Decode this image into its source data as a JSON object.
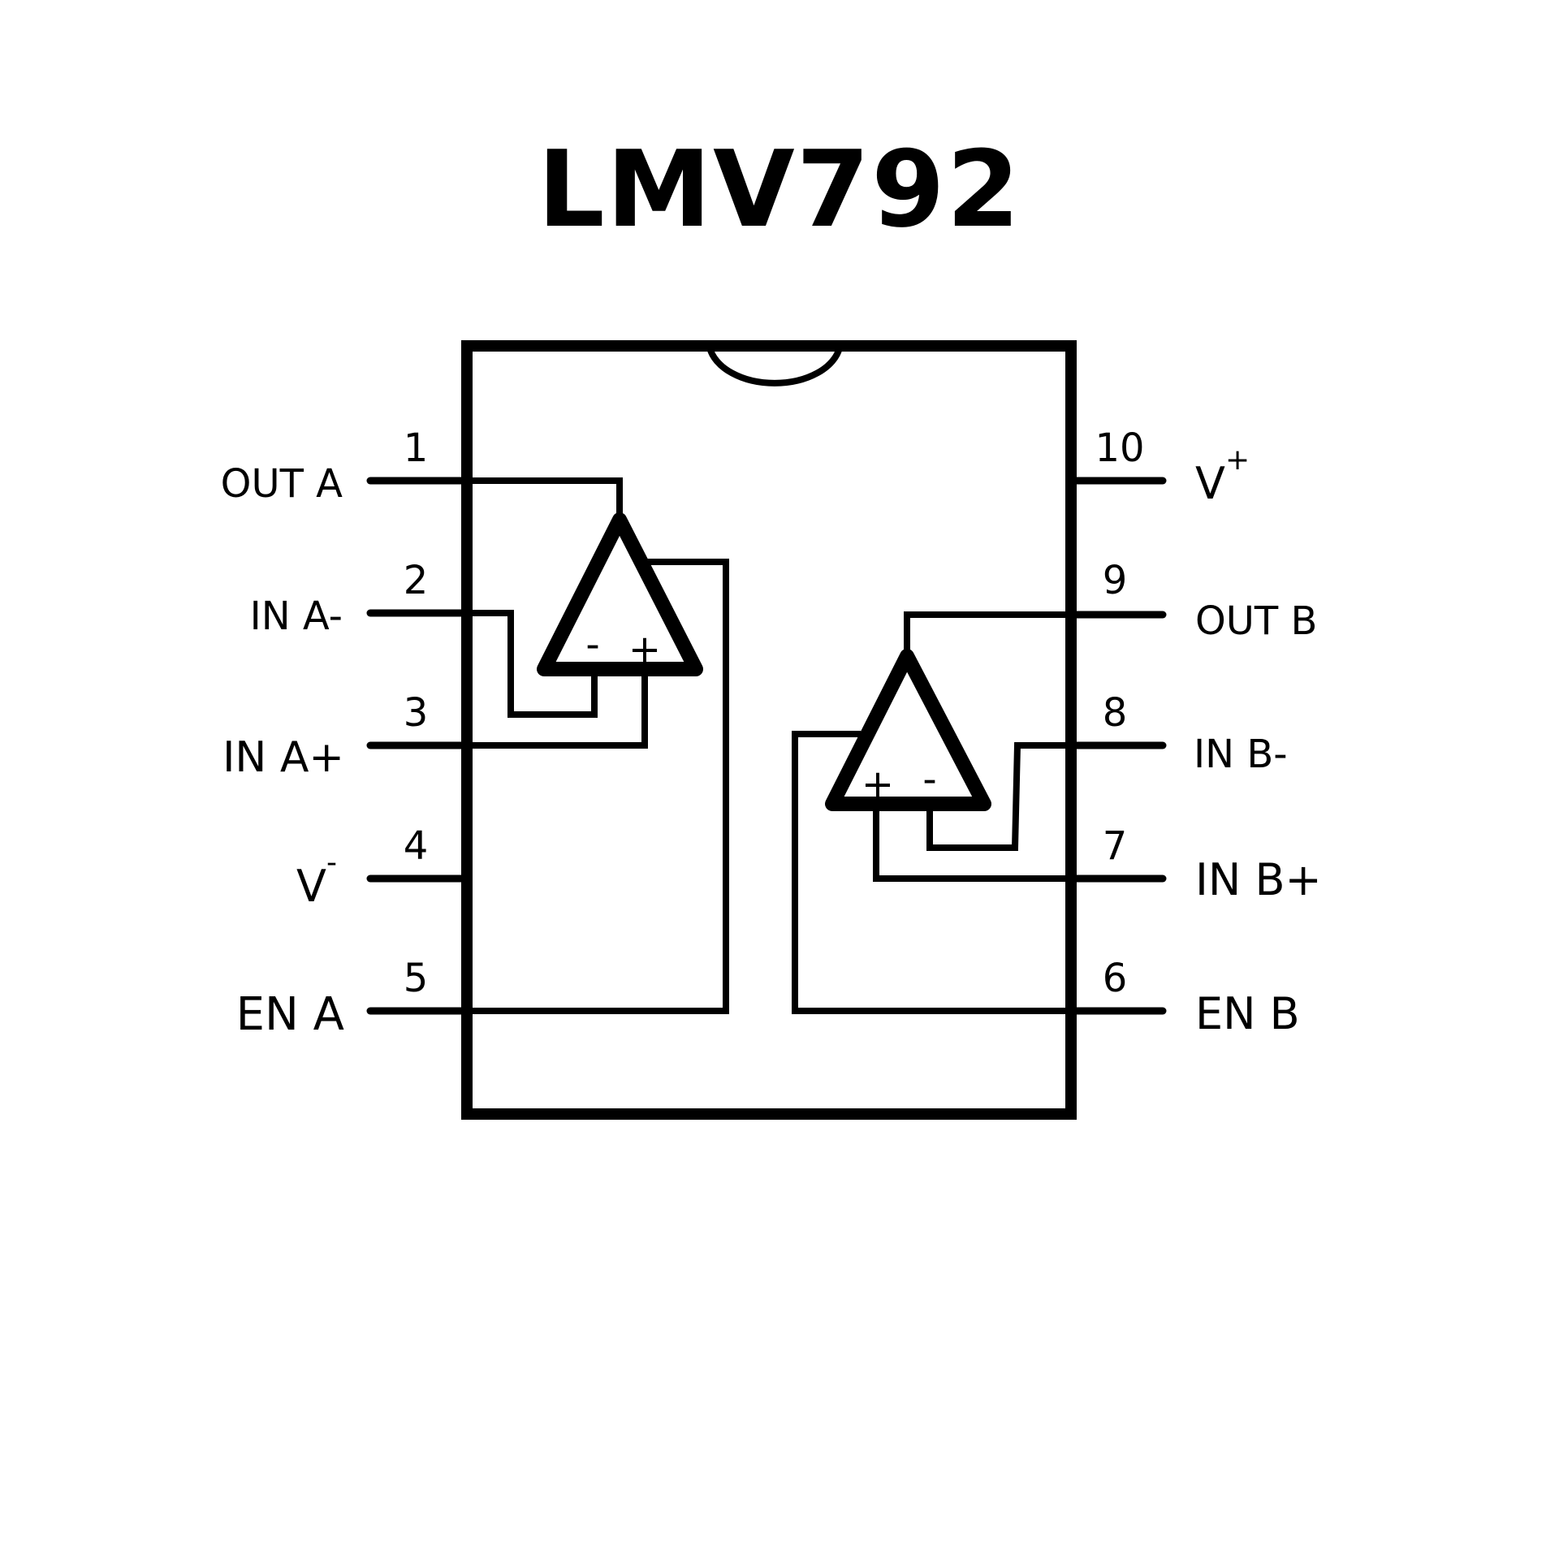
{
  "title": "LMV792",
  "colors": {
    "ink": "#000000",
    "background": "#ffffff"
  },
  "pins": {
    "left": [
      {
        "number": "1",
        "name": "OUT A"
      },
      {
        "number": "2",
        "name": "IN A-"
      },
      {
        "number": "3",
        "name": "IN A+"
      },
      {
        "number": "4",
        "name": "V",
        "superscript": "-"
      },
      {
        "number": "5",
        "name": "EN A"
      }
    ],
    "right": [
      {
        "number": "10",
        "name": "V",
        "superscript": "+"
      },
      {
        "number": "9",
        "name": "OUT B"
      },
      {
        "number": "8",
        "name": "IN B-"
      },
      {
        "number": "7",
        "name": "IN B+"
      },
      {
        "number": "6",
        "name": "EN B"
      }
    ]
  },
  "amplifiers": {
    "a": {
      "inverting_sign": "-",
      "noninverting_sign": "+"
    },
    "b": {
      "inverting_sign": "-",
      "noninverting_sign": "+"
    }
  }
}
